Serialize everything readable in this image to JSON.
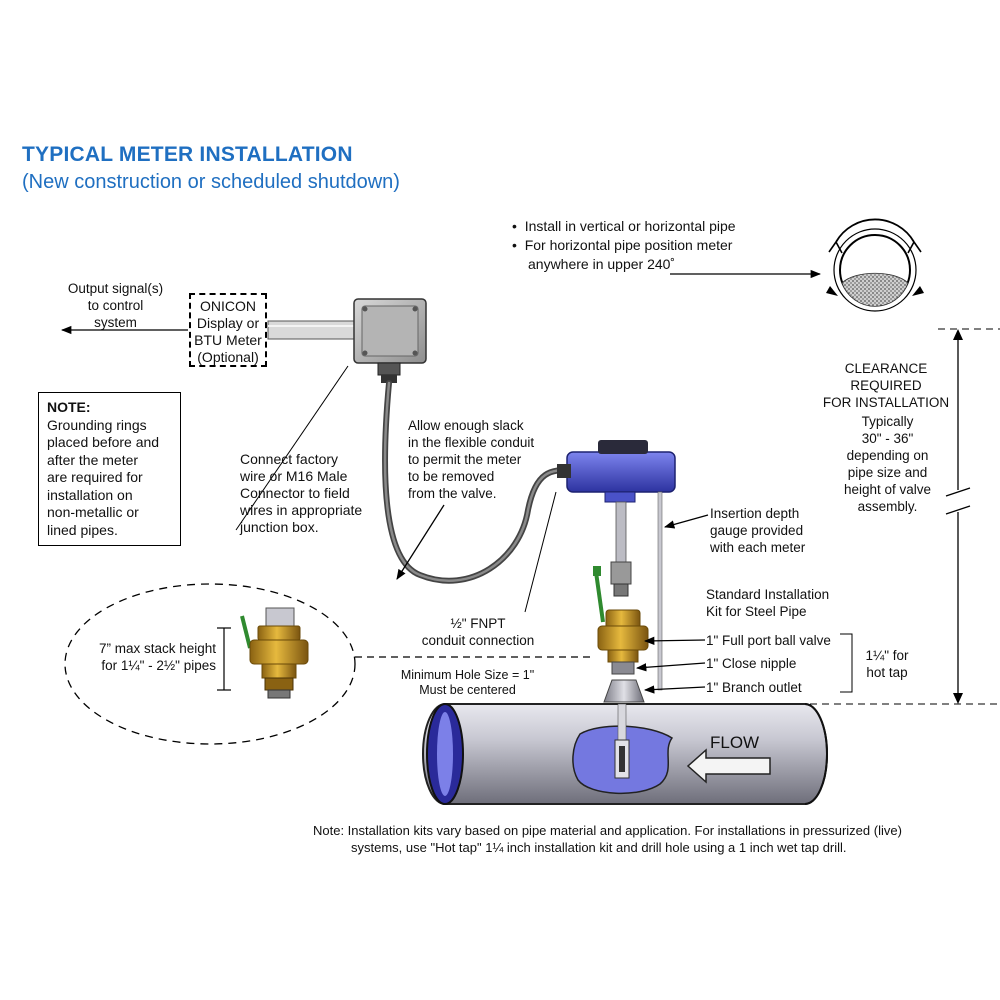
{
  "title": "TYPICAL METER INSTALLATION",
  "subtitle": "(New construction or scheduled shutdown)",
  "bullets": [
    "Install in vertical or horizontal pipe",
    "For horizontal pipe position meter",
    "anywhere in upper 240˚"
  ],
  "output_signal": [
    "Output signal(s)",
    "to control",
    "system"
  ],
  "onicon_box": [
    "ONICON",
    "Display or",
    "BTU Meter",
    "(Optional)"
  ],
  "note_box": {
    "heading": "NOTE:",
    "lines": [
      "Grounding rings",
      "placed before and",
      "after the meter",
      "are required for",
      "installation on",
      "non-metallic or",
      "lined pipes."
    ]
  },
  "connect_label": [
    "Connect factory",
    "wire or M16 Male",
    "Connector to field",
    "wires in appropriate",
    "junction box."
  ],
  "slack_label": [
    "Allow enough slack",
    "in the flexible conduit",
    "to permit the meter",
    "to be removed",
    "from the valve."
  ],
  "clearance": {
    "heading": [
      "CLEARANCE",
      "REQUIRED",
      "FOR INSTALLATION"
    ],
    "detail": [
      "Typically",
      "30\" - 36\"",
      "depending on",
      "pipe size and",
      "height of valve",
      "assembly."
    ]
  },
  "insertion_label": [
    "Insertion depth",
    "gauge provided",
    "with each meter"
  ],
  "kit_label": [
    "Standard Installation",
    "Kit for Steel Pipe"
  ],
  "parts": [
    "1\" Full port ball valve",
    "1\" Close nipple",
    "1\" Branch outlet"
  ],
  "hot_tap": [
    "1¼\" for",
    "hot tap"
  ],
  "fnpt_label": [
    "½\" FNPT",
    "conduit connection"
  ],
  "hole_label": [
    "Minimum Hole Size = 1\"",
    "Must be centered"
  ],
  "stack_label": [
    "7” max stack height",
    "for 1¼\" - 2½\" pipes"
  ],
  "flow_label": "FLOW",
  "bottom_note": [
    "Note: Installation kits vary based on pipe material and application. For installations in pressurized (live)",
    "systems, use \"Hot tap\" 1¼ inch installation kit and drill hole using a 1 inch wet tap drill."
  ],
  "colors": {
    "title": "#1f6fc1",
    "meter_body": "#4a52c8",
    "brass": "#c89a2a",
    "valve_handle": "#2f8a2f",
    "pipe": "#9a9aa6"
  }
}
